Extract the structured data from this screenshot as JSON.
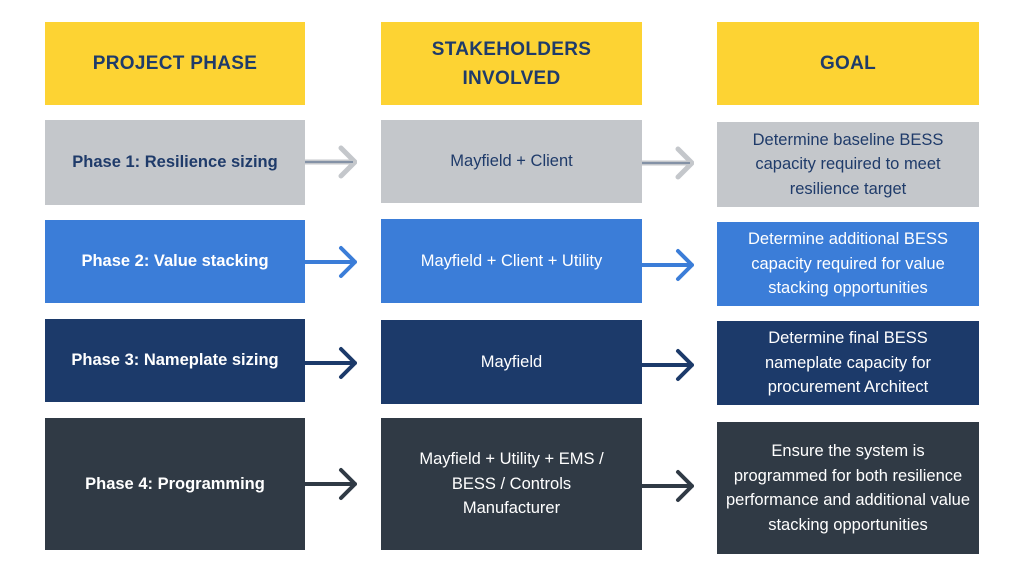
{
  "headers": {
    "phase": "PROJECT PHASE",
    "stakeholders": "STAKEHOLDERS INVOLVED",
    "goal": "GOAL"
  },
  "colors": {
    "header_bg": "#fdd333",
    "header_text": "#1f3b6a",
    "phase1": "#c4c7cb",
    "phase2": "#3b7dd8",
    "phase3": "#1c3a6a",
    "phase4": "#303a45",
    "arrow1": "#c4c7cb",
    "arrow2": "#3b7dd8",
    "arrow3": "#1c3a6a",
    "arrow4": "#303a45"
  },
  "rows": [
    {
      "phase": "Phase 1: Resilience sizing",
      "stakeholders": "Mayfield + Client",
      "goal": "Determine baseline BESS capacity required to meet resilience target"
    },
    {
      "phase": "Phase 2: Value stacking",
      "stakeholders": "Mayfield + Client + Utility",
      "goal": "Determine additional BESS capacity required for value stacking opportunities"
    },
    {
      "phase": "Phase 3: Nameplate sizing",
      "stakeholders": "Mayfield",
      "goal": "Determine final BESS nameplate capacity for procurement Architect"
    },
    {
      "phase": "Phase 4: Programming",
      "stakeholders": "Mayfield + Utility + EMS / BESS / Controls Manufacturer",
      "goal": "Ensure the system is programmed for both resilience performance and additional value stacking opportunities"
    }
  ]
}
